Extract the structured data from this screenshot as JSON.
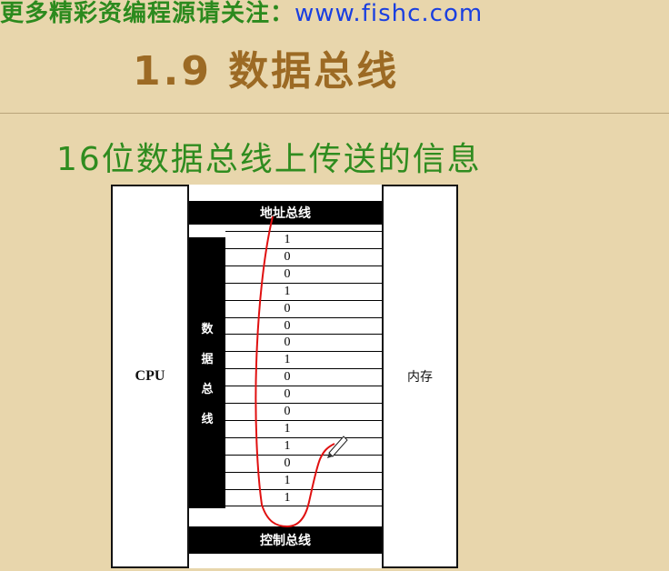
{
  "banner": {
    "text_cn": "更多精彩资编程源请关注：",
    "url": "www.fishc.com",
    "colors": {
      "cn": "#2c8a1e",
      "url": "#1a3fe0"
    }
  },
  "slide": {
    "title": "1.9 数据总线",
    "subtitle": "16位数据总线上传送的信息",
    "title_color": "#9c6a24",
    "subtitle_color": "#2f8c1f"
  },
  "diagram": {
    "cpu_label": "CPU",
    "memory_label": "内存",
    "address_bus_label": "地址总线",
    "control_bus_label": "控制总线",
    "data_bus_chars": [
      "数",
      "据",
      "总",
      "线"
    ],
    "bits": [
      "1",
      "0",
      "0",
      "1",
      "0",
      "0",
      "0",
      "1",
      "0",
      "0",
      "0",
      "1",
      "1",
      "0",
      "1",
      "1"
    ],
    "annotation_color": "#e01010"
  }
}
